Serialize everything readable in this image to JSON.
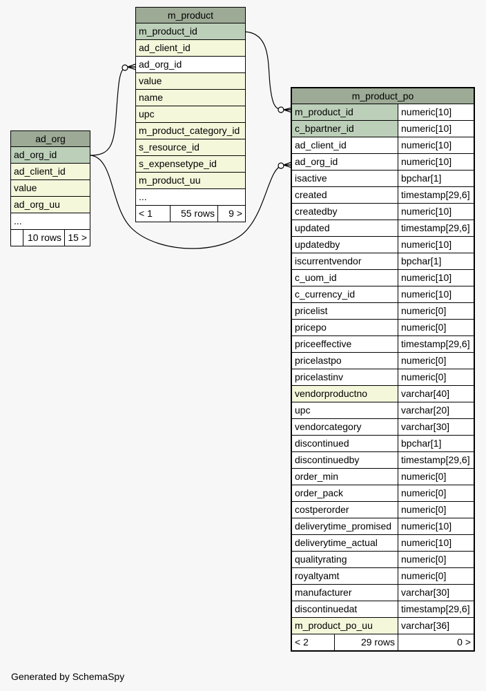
{
  "footer_text": "Generated by SchemaSpy",
  "colors": {
    "header": "#9daa96",
    "primary_key_row": "#bccfb9",
    "indexed_row": "#f4f7da",
    "plain_row": "#ffffff",
    "background": "#f7f7f7"
  },
  "tables": {
    "m_product": {
      "name": "m_product",
      "columns": [
        {
          "name": "m_product_id",
          "kind": "pk"
        },
        {
          "name": "ad_client_id",
          "kind": "idx"
        },
        {
          "name": "ad_org_id",
          "kind": "plain"
        },
        {
          "name": "value",
          "kind": "idx"
        },
        {
          "name": "name",
          "kind": "idx"
        },
        {
          "name": "upc",
          "kind": "idx"
        },
        {
          "name": "m_product_category_id",
          "kind": "idx"
        },
        {
          "name": "s_resource_id",
          "kind": "idx"
        },
        {
          "name": "s_expensetype_id",
          "kind": "idx"
        },
        {
          "name": "m_product_uu",
          "kind": "idx"
        }
      ],
      "more": "...",
      "footer": {
        "parents": "< 1",
        "rows": "55 rows",
        "children": "9 >"
      }
    },
    "ad_org": {
      "name": "ad_org",
      "columns": [
        {
          "name": "ad_org_id",
          "kind": "pk"
        },
        {
          "name": "ad_client_id",
          "kind": "idx"
        },
        {
          "name": "value",
          "kind": "idx"
        },
        {
          "name": "ad_org_uu",
          "kind": "idx"
        }
      ],
      "more": "...",
      "footer": {
        "parents": "",
        "rows": "10 rows",
        "children": "15 >"
      }
    },
    "m_product_po": {
      "name": "m_product_po",
      "columns": [
        {
          "name": "m_product_id",
          "type": "numeric[10]",
          "kind": "pk"
        },
        {
          "name": "c_bpartner_id",
          "type": "numeric[10]",
          "kind": "pk"
        },
        {
          "name": "ad_client_id",
          "type": "numeric[10]",
          "kind": "plain"
        },
        {
          "name": "ad_org_id",
          "type": "numeric[10]",
          "kind": "plain"
        },
        {
          "name": "isactive",
          "type": "bpchar[1]",
          "kind": "plain"
        },
        {
          "name": "created",
          "type": "timestamp[29,6]",
          "kind": "plain"
        },
        {
          "name": "createdby",
          "type": "numeric[10]",
          "kind": "plain"
        },
        {
          "name": "updated",
          "type": "timestamp[29,6]",
          "kind": "plain"
        },
        {
          "name": "updatedby",
          "type": "numeric[10]",
          "kind": "plain"
        },
        {
          "name": "iscurrentvendor",
          "type": "bpchar[1]",
          "kind": "plain"
        },
        {
          "name": "c_uom_id",
          "type": "numeric[10]",
          "kind": "plain"
        },
        {
          "name": "c_currency_id",
          "type": "numeric[10]",
          "kind": "plain"
        },
        {
          "name": "pricelist",
          "type": "numeric[0]",
          "kind": "plain"
        },
        {
          "name": "pricepo",
          "type": "numeric[0]",
          "kind": "plain"
        },
        {
          "name": "priceeffective",
          "type": "timestamp[29,6]",
          "kind": "plain"
        },
        {
          "name": "pricelastpo",
          "type": "numeric[0]",
          "kind": "plain"
        },
        {
          "name": "pricelastinv",
          "type": "numeric[0]",
          "kind": "plain"
        },
        {
          "name": "vendorproductno",
          "type": "varchar[40]",
          "kind": "idx"
        },
        {
          "name": "upc",
          "type": "varchar[20]",
          "kind": "plain"
        },
        {
          "name": "vendorcategory",
          "type": "varchar[30]",
          "kind": "plain"
        },
        {
          "name": "discontinued",
          "type": "bpchar[1]",
          "kind": "plain"
        },
        {
          "name": "discontinuedby",
          "type": "timestamp[29,6]",
          "kind": "plain"
        },
        {
          "name": "order_min",
          "type": "numeric[0]",
          "kind": "plain"
        },
        {
          "name": "order_pack",
          "type": "numeric[0]",
          "kind": "plain"
        },
        {
          "name": "costperorder",
          "type": "numeric[0]",
          "kind": "plain"
        },
        {
          "name": "deliverytime_promised",
          "type": "numeric[10]",
          "kind": "plain"
        },
        {
          "name": "deliverytime_actual",
          "type": "numeric[10]",
          "kind": "plain"
        },
        {
          "name": "qualityrating",
          "type": "numeric[0]",
          "kind": "plain"
        },
        {
          "name": "royaltyamt",
          "type": "numeric[0]",
          "kind": "plain"
        },
        {
          "name": "manufacturer",
          "type": "varchar[30]",
          "kind": "plain"
        },
        {
          "name": "discontinuedat",
          "type": "timestamp[29,6]",
          "kind": "plain"
        },
        {
          "name": "m_product_po_uu",
          "type": "varchar[36]",
          "kind": "idx"
        }
      ],
      "footer": {
        "parents": "< 2",
        "rows": "29 rows",
        "children": "0 >"
      }
    }
  }
}
